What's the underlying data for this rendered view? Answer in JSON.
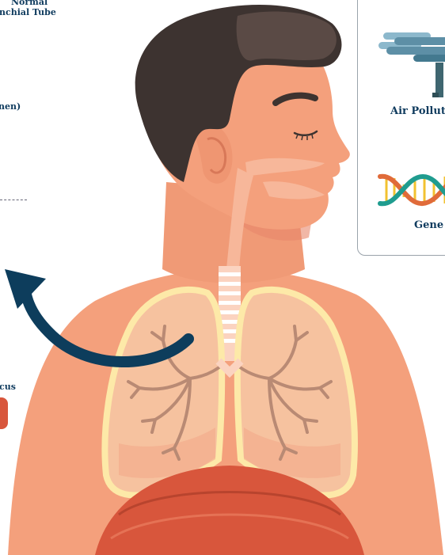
{
  "labels": {
    "tube_line1": "Normal",
    "tube_line2": "nchial Tube",
    "lumen": "nen)",
    "mucus": "cus"
  },
  "factors": {
    "air_pollution": "Air Pollut",
    "genetics": "Gene"
  },
  "colors": {
    "skin": "#f4a07c",
    "skin_shadow": "#e8876a",
    "hair": "#3d3330",
    "lung_border": "#fde9a8",
    "arrow": "#0d3d5c",
    "diaphragm": "#d8563c",
    "bronchi": "#b98a74"
  }
}
